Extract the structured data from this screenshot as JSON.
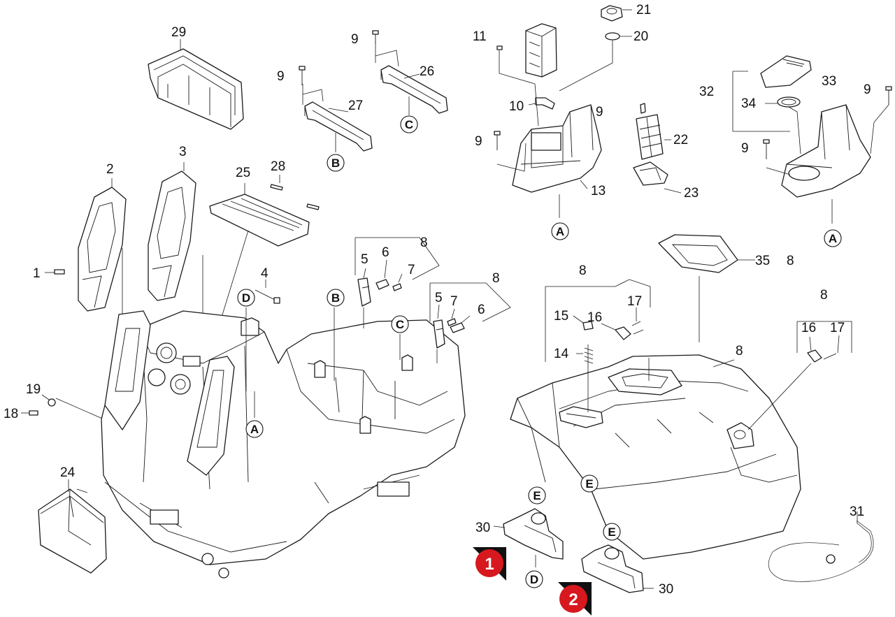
{
  "colors": {
    "line": "#1a1a1a",
    "badge": "#d7181f",
    "badge_corner": "#111111",
    "background": "#ffffff"
  },
  "callouts": {
    "c1": "1",
    "c2": "2",
    "c3": "3",
    "c4": "4",
    "c5a": "5",
    "c5b": "5",
    "c6a": "6",
    "c6b": "6",
    "c7a": "7",
    "c7b": "7",
    "c8a": "8",
    "c8b": "8",
    "c8c": "8",
    "c8d": "8",
    "c8e": "8",
    "c9a": "9",
    "c9b": "9",
    "c9c": "9",
    "c9d": "9",
    "c9e": "9",
    "c9f": "9",
    "c10": "10",
    "c11": "11",
    "c13": "13",
    "c14": "14",
    "c15": "15",
    "c16a": "16",
    "c16b": "16",
    "c17a": "17",
    "c17b": "17",
    "c18": "18",
    "c19": "19",
    "c20": "20",
    "c21": "21",
    "c22": "22",
    "c23": "23",
    "c24": "24",
    "c25": "25",
    "c26": "26",
    "c27": "27",
    "c28": "28",
    "c29": "29",
    "c30a": "30",
    "c30b": "30",
    "c31": "31",
    "c32": "32",
    "c33": "33",
    "c34": "34",
    "c35": "35"
  },
  "refs": {
    "a1": "A",
    "a2": "A",
    "a3": "A",
    "b1": "B",
    "b2": "B",
    "c1": "C",
    "c2": "C",
    "d1": "D",
    "d2": "D",
    "e1": "E",
    "e2": "E",
    "e3": "E"
  },
  "badges": {
    "view1": "1",
    "view2": "2"
  }
}
